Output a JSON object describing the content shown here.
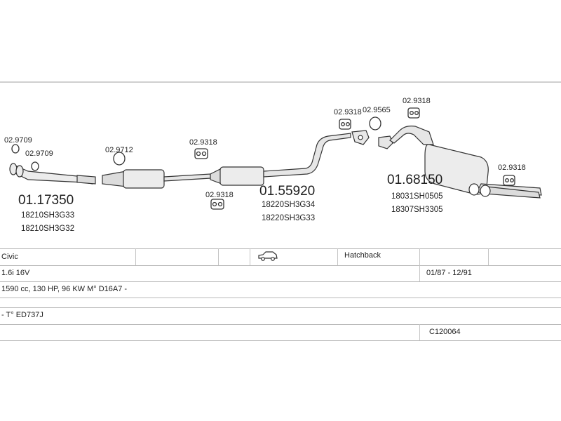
{
  "parts": {
    "p1": {
      "number": "01.17350",
      "oem": [
        "18210SH3G33",
        "18210SH3G32"
      ]
    },
    "p2": {
      "number": "01.55920",
      "oem": [
        "18220SH3G34",
        "18220SH3G33"
      ]
    },
    "p3": {
      "number": "01.68150",
      "oem": [
        "18031SH0505",
        "18307SH3305"
      ]
    }
  },
  "mounts": {
    "m1": "02.9709",
    "m2": "02.9709",
    "m3": "02.9712",
    "m4": "02.9318",
    "m5": "02.9318",
    "m6": "02.9318",
    "m7": "02.9565",
    "m8": "02.9318",
    "m9": "02.9318"
  },
  "vehicle": {
    "model": "Civic",
    "body": "Hatchback",
    "engine": "1.6i 16V",
    "years": "01/87 - 12/91",
    "spec": "1590 cc, 130 HP, 96 KW M° D16A7 -",
    "type": "- T° ED737J",
    "code": "C120064"
  },
  "icons": {
    "vehicle": "car-icon"
  }
}
